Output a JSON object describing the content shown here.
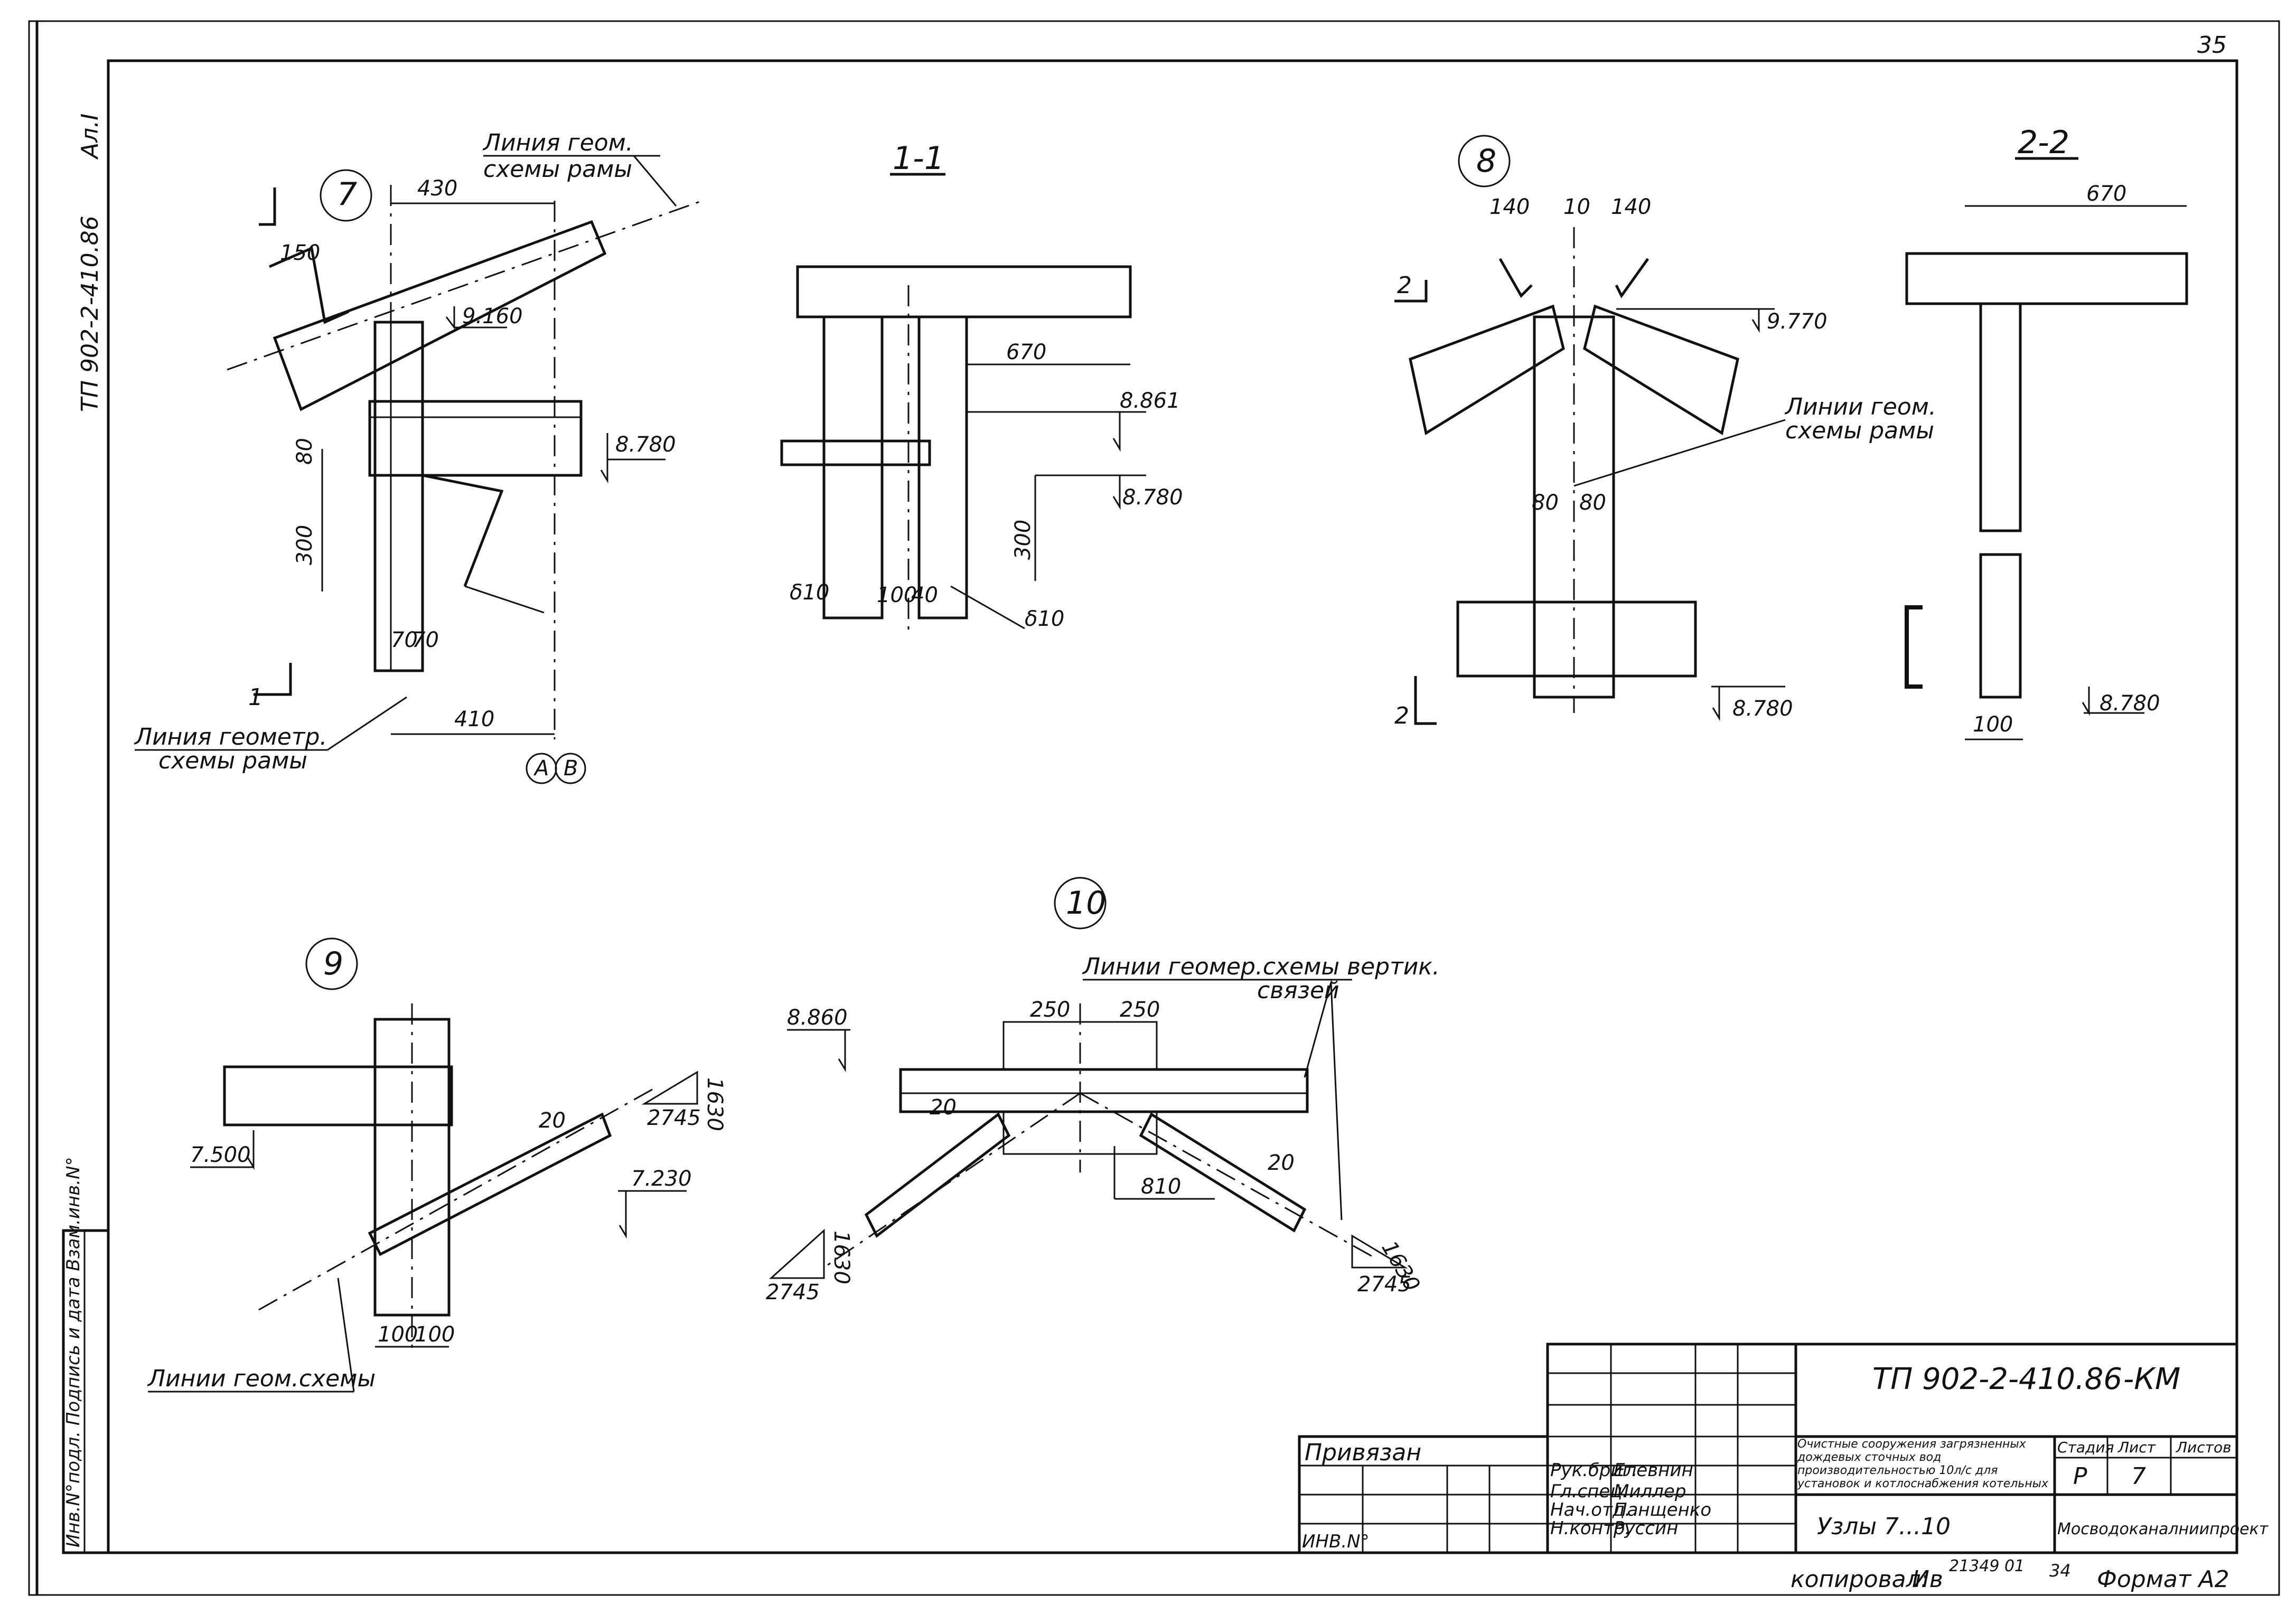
{
  "header": {
    "page_number": "35",
    "album": "Ал.I",
    "doc_code_side": "ТП 902-2-410.86"
  },
  "node7": {
    "number": "7",
    "line_note_1": "Линия геом.",
    "line_note_2": "схемы рамы",
    "line_note_bottom_1": "Линия геометр.",
    "line_note_bottom_2": "схемы рамы",
    "dim_430": "430",
    "dim_150": "150",
    "dim_80": "80",
    "dim_300": "300",
    "dim_70a": "70",
    "dim_70b": "70",
    "dim_410": "410",
    "elev_9160": "9.160",
    "elev_8780": "8.780",
    "section_mark": "1",
    "axis_a": "А",
    "axis_b": "В"
  },
  "section11": {
    "title": "1-1",
    "dim_670": "670",
    "elev_8861": "8.861",
    "elev_8780": "8.780",
    "dim_300": "300",
    "delta_left": "δ10",
    "delta_right": "δ10",
    "dim_100": "100",
    "dim_40": "40"
  },
  "node8": {
    "number": "8",
    "dim_140a": "140",
    "dim_10": "10",
    "dim_140b": "140",
    "elev_9770": "9.770",
    "line_note_1": "Линии геом.",
    "line_note_2": "схемы рамы",
    "dim_80a": "80",
    "dim_80b": "80",
    "elev_8780": "8.780",
    "section_mark": "2"
  },
  "section22": {
    "title": "2-2",
    "dim_670": "670",
    "dim_100": "100",
    "elev_8780": "8.780"
  },
  "node9": {
    "number": "9",
    "elev_7500": "7.500",
    "elev_7230": "7.230",
    "dim_20": "20",
    "slope_2745": "2745",
    "slope_1630": "1630",
    "dim_100a": "100",
    "dim_100b": "100",
    "line_note": "Линии геом.схемы"
  },
  "node10": {
    "number": "10",
    "line_note_1": "Линии геомер.схемы вертик.",
    "line_note_2": "связей",
    "elev_8860": "8.860",
    "dim_250a": "250",
    "dim_250b": "250",
    "dim_20a": "20",
    "dim_20b": "20",
    "dim_810": "810",
    "slope_2745a": "2745",
    "slope_1630a": "1630",
    "slope_2745b": "2745",
    "slope_1630b": "1630"
  },
  "title_block": {
    "doc_code": "ТП 902-2-410.86",
    "doc_suffix": "-КМ",
    "privyazan": "Привязан",
    "inv_no": "ИНВ.N°",
    "roles": [
      "Рук.бриг.",
      "Гл.спец.",
      "Нач.отд.",
      "Н.контр."
    ],
    "names": [
      "Елевнин",
      "Миллер",
      "Панщенко",
      "Руссин"
    ],
    "project_name": "Очистные сооружения загрязненных дождевых сточных вод производительностью 10л/с для установок и котлоснабжения котельных",
    "stage_label": "Стадия",
    "sheet_label": "Лист",
    "sheets_label": "Листов",
    "stage": "Р",
    "sheet": "7",
    "sheets": "",
    "drawing_title": "Узлы 7...10",
    "organization": "Мосводоканалниипроект",
    "side_stamp": "Инв.N°подл. Подпись и дата Взам.инв.N°"
  },
  "footer": {
    "copied": "копировал:",
    "copier_sign": "Ив",
    "number": "21349 01",
    "page": "34",
    "format": "Формат А2"
  }
}
